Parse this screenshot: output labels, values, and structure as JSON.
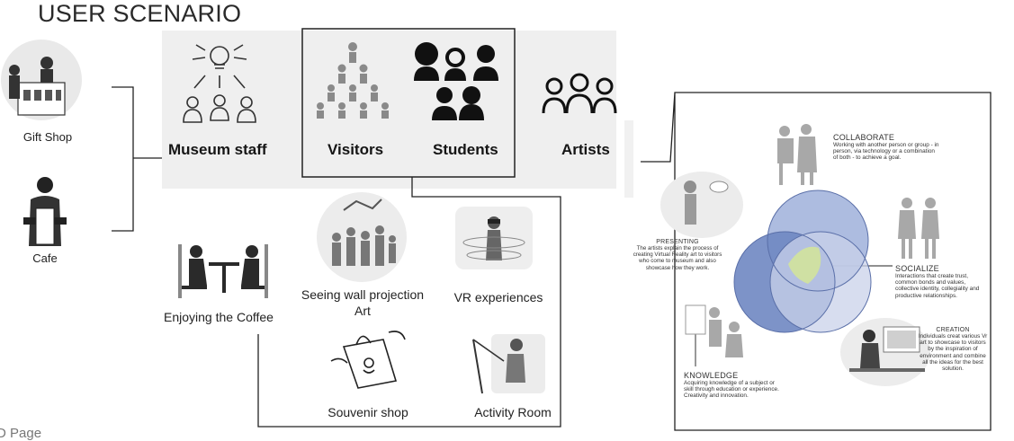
{
  "title": "USER SCENARIO",
  "footer": "D Page",
  "left": {
    "gift_shop": "Gift Shop",
    "cafe": "Cafe"
  },
  "roles": {
    "museum_staff": "Museum staff",
    "visitors": "Visitors",
    "students": "Students",
    "artists": "Artists"
  },
  "activities": {
    "coffee": "Enjoying the Coffee",
    "projection": "Seeing wall projection Art",
    "vr": "VR experiences",
    "souvenir": "Souvenir shop",
    "activity_room": "Activity Room"
  },
  "panel": {
    "presenting": {
      "title": "PRESENTING",
      "text": "The artists explain the process of creating Virtual Reality art to visitors who come to museum and also showcase how they work."
    },
    "collaborate": {
      "title": "COLLABORATE",
      "text": "Working with another person or group - in person, via technology or a combination of both - to achieve a goal."
    },
    "socialize": {
      "title": "SOCIALIZE",
      "text": "Interactions that create trust, common bonds and values, collective identity, collegiality and productive relationships."
    },
    "creation": {
      "title": "CREATION",
      "text": "Individuals creat various Vr art to showcase to visitors by the inspiration of environment and combine all the ideas for the best solution."
    },
    "knowledge": {
      "title": "KNOWLEDGE",
      "text": "Acquiring knowledge of a subject or skill through education or experience. Creativity and innovation."
    }
  },
  "colors": {
    "venn_blue": "#6f87c2",
    "venn_light": "#c9d2ea",
    "venn_green": "#cfe0a3",
    "figure_grey": "#a8a8a8"
  }
}
